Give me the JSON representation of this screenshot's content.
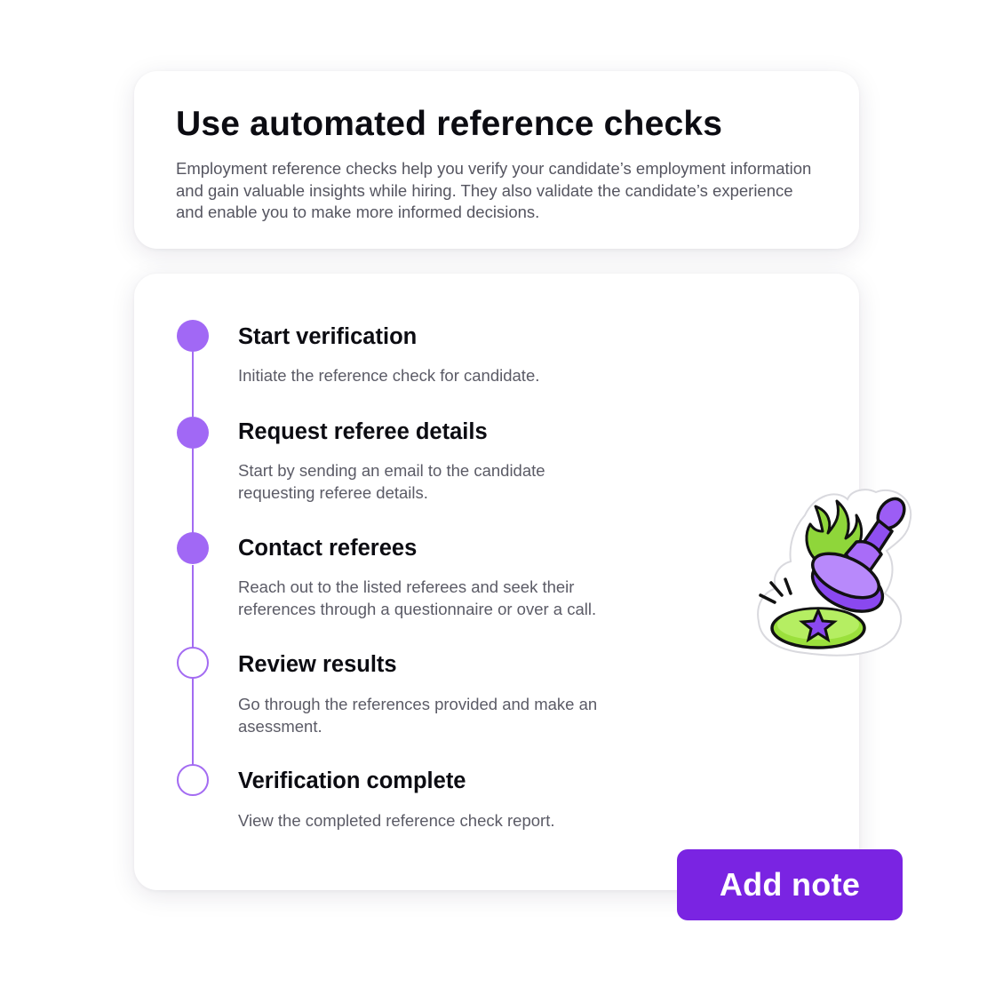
{
  "intro": {
    "title": "Use automated reference checks",
    "description": "Employment reference checks help you verify your candidate’s employment information and gain valuable insights while hiring. They also validate the candidate’s experience and enable you to make more informed decisions."
  },
  "steps": [
    {
      "title": "Start verification",
      "description": "Initiate the reference check for candidate.",
      "status": "completed"
    },
    {
      "title": "Request referee details",
      "description": "Start by sending an email to the candidate requesting referee details.",
      "status": "completed"
    },
    {
      "title": "Contact referees",
      "description": "Reach out to the listed referees and seek their references through a questionnaire or over a call.",
      "status": "completed"
    },
    {
      "title": "Review results",
      "description": "Go through the references provided and make an asessment.",
      "status": "pending"
    },
    {
      "title": "Verification complete",
      "description": "View the completed reference check report.",
      "status": "pending"
    }
  ],
  "actions": {
    "add_note_label": "Add note"
  },
  "sticker": {
    "icon": "stamp-icon"
  },
  "colors": {
    "accent_purple": "#a168f5",
    "button_purple": "#7a24e2",
    "sticker_green": "#9be03c"
  }
}
